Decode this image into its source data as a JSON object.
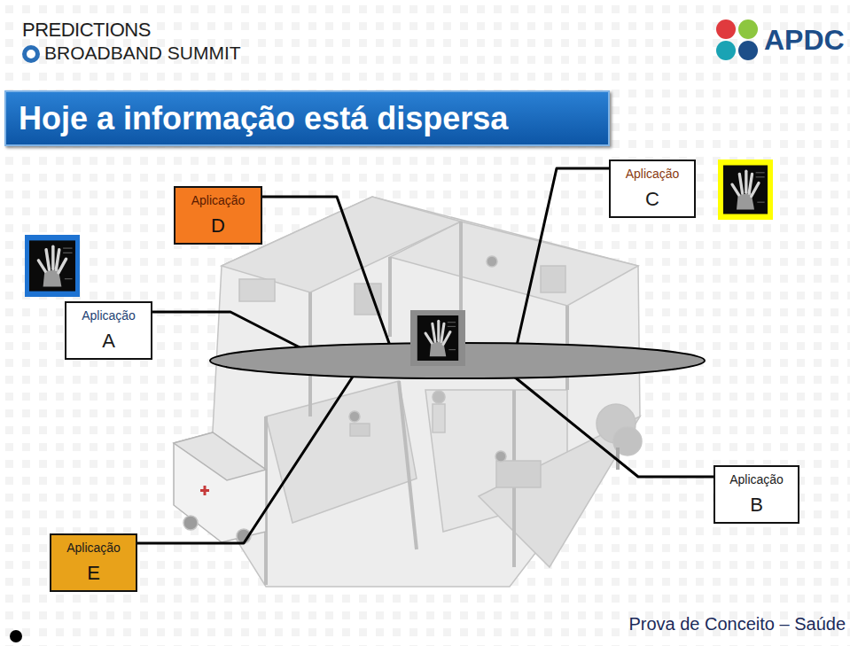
{
  "diagram": {
    "title": "Hoje a informação está dispersa",
    "nodes": [
      {
        "text": [
          "Aplicação",
          "D"
        ]
      },
      {
        "text": [
          "Aplicação",
          "C"
        ]
      },
      {
        "text": [
          "Aplicação",
          "A"
        ]
      },
      {
        "text": [
          "Aplicação",
          "B"
        ]
      },
      {
        "text": [
          "Aplicação",
          "E"
        ]
      }
    ],
    "labels": [
      "PREDICTIONS",
      "BROADBAND SUMMIT",
      "APDC",
      "Prova de Conceito – Saúde"
    ]
  }
}
